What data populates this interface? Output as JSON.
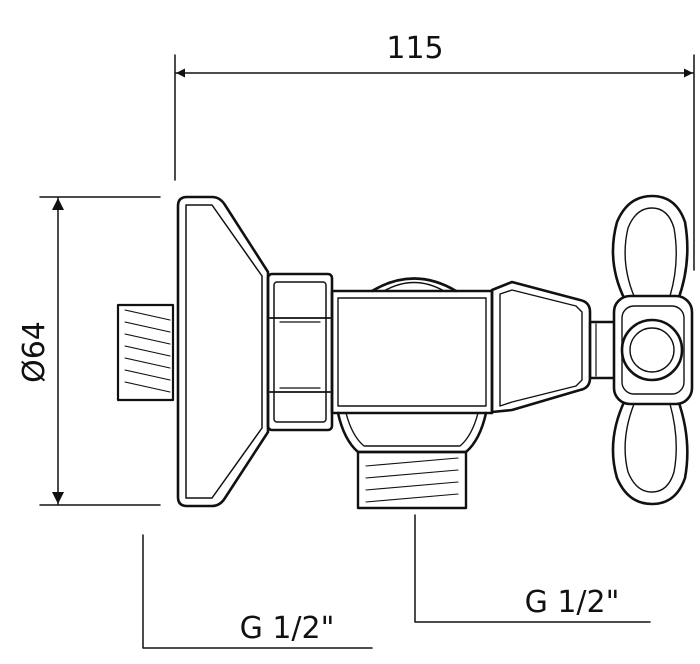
{
  "dimensions": {
    "overall_length": "115",
    "flange_diameter": "Ø64",
    "wall_thread": "G 1/2\"",
    "outlet_thread": "G 1/2\""
  },
  "colors": {
    "line": "#111111",
    "background": "#ffffff"
  }
}
